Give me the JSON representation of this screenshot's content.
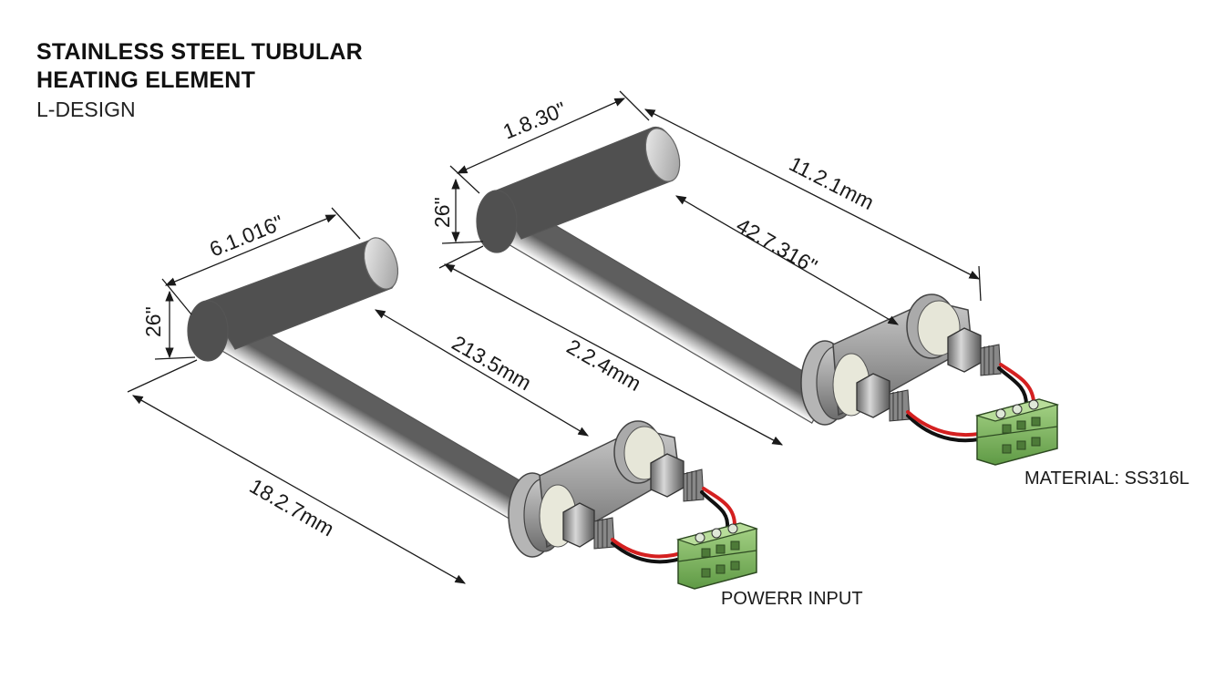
{
  "title": {
    "line1": "STAINLESS STEEL TUBULAR",
    "line2": "HEATING ELEMENT",
    "subtitle": "L-DESIGN"
  },
  "left_element": {
    "dims": {
      "short_leg": "6.1.016\"",
      "height": "26\"",
      "inner_length": "213.5mm",
      "overall_length": "18.2.7mm"
    },
    "label": "POWERR INPUT"
  },
  "right_element": {
    "dims": {
      "short_leg": "1.8.30\"",
      "height": "26\"",
      "overall_top": "11.2.1mm",
      "inner_length": "42.7.316\"",
      "overall_length": "2.2.4mm"
    },
    "label": "MATERIAL: SS316L"
  },
  "colors": {
    "steel_light": "#eeeeee",
    "steel_dark": "#6e6e6e",
    "terminal_green": "#8fbf6e",
    "wire_red": "#d42020",
    "wire_black": "#111111"
  }
}
